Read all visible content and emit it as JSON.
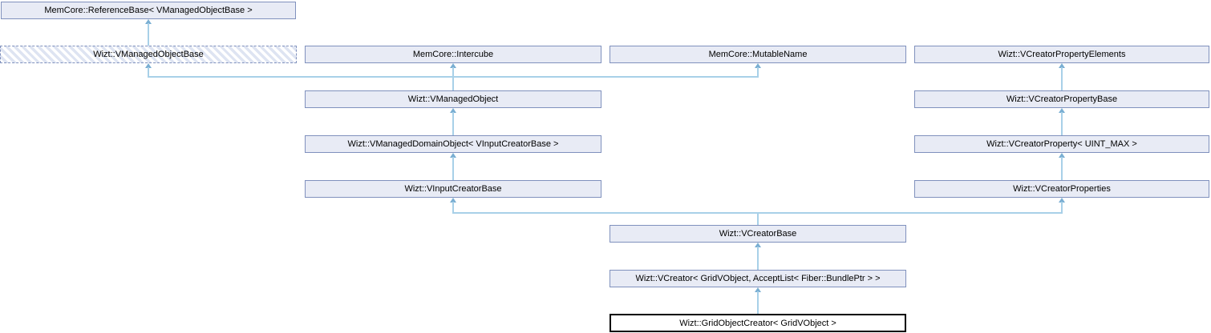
{
  "diagram": {
    "kind": "class-inheritance-graph",
    "focus_class": "Wizt::GridObjectCreator< GridVObject >",
    "nodes": {
      "reference_base": {
        "label": "MemCore::ReferenceBase< VManagedObjectBase >"
      },
      "vmanaged_object_base": {
        "label": "Wizt::VManagedObjectBase"
      },
      "intercube": {
        "label": "MemCore::Intercube"
      },
      "mutable_name": {
        "label": "MemCore::MutableName"
      },
      "vcreator_property_elements": {
        "label": "Wizt::VCreatorPropertyElements"
      },
      "vmanaged_object": {
        "label": "Wizt::VManagedObject"
      },
      "vcreator_property_base": {
        "label": "Wizt::VCreatorPropertyBase"
      },
      "vmanaged_domain_object": {
        "label": "Wizt::VManagedDomainObject< VInputCreatorBase >"
      },
      "vcreator_property": {
        "label": "Wizt::VCreatorProperty< UINT_MAX >"
      },
      "vinput_creator_base": {
        "label": "Wizt::VInputCreatorBase"
      },
      "vcreator_properties": {
        "label": "Wizt::VCreatorProperties"
      },
      "vcreator_base": {
        "label": "Wizt::VCreatorBase"
      },
      "vcreator": {
        "label": "Wizt::VCreator< GridVObject, AcceptList< Fiber::BundlePtr > >"
      },
      "grid_object_creator": {
        "label": "Wizt::GridObjectCreator< GridVObject >"
      }
    },
    "edges": [
      {
        "derived": "Wizt::VManagedObjectBase",
        "base": "MemCore::ReferenceBase< VManagedObjectBase >"
      },
      {
        "derived": "Wizt::VManagedObject",
        "base": "Wizt::VManagedObjectBase"
      },
      {
        "derived": "Wizt::VManagedObject",
        "base": "MemCore::Intercube"
      },
      {
        "derived": "Wizt::VManagedObject",
        "base": "MemCore::MutableName"
      },
      {
        "derived": "Wizt::VManagedDomainObject< VInputCreatorBase >",
        "base": "Wizt::VManagedObject"
      },
      {
        "derived": "Wizt::VInputCreatorBase",
        "base": "Wizt::VManagedDomainObject< VInputCreatorBase >"
      },
      {
        "derived": "Wizt::VCreatorPropertyBase",
        "base": "Wizt::VCreatorPropertyElements"
      },
      {
        "derived": "Wizt::VCreatorProperty< UINT_MAX >",
        "base": "Wizt::VCreatorPropertyBase"
      },
      {
        "derived": "Wizt::VCreatorProperties",
        "base": "Wizt::VCreatorProperty< UINT_MAX >"
      },
      {
        "derived": "Wizt::VCreatorBase",
        "base": "Wizt::VInputCreatorBase"
      },
      {
        "derived": "Wizt::VCreatorBase",
        "base": "Wizt::VCreatorProperties"
      },
      {
        "derived": "Wizt::VCreator< GridVObject, AcceptList< Fiber::BundlePtr > >",
        "base": "Wizt::VCreatorBase"
      },
      {
        "derived": "Wizt::GridObjectCreator< GridVObject >",
        "base": "Wizt::VCreator< GridVObject, AcceptList< Fiber::BundlePtr > >"
      }
    ],
    "colors": {
      "background": "#ffffff",
      "text": "#000000",
      "node_fill": "#e8ebf5",
      "node_border": "#8091bd",
      "hatch_stripe": "#dee4f2",
      "edge_line": "#a8d0e8",
      "edge_arrow": "#79aed2",
      "focus_border": "#000000"
    }
  }
}
